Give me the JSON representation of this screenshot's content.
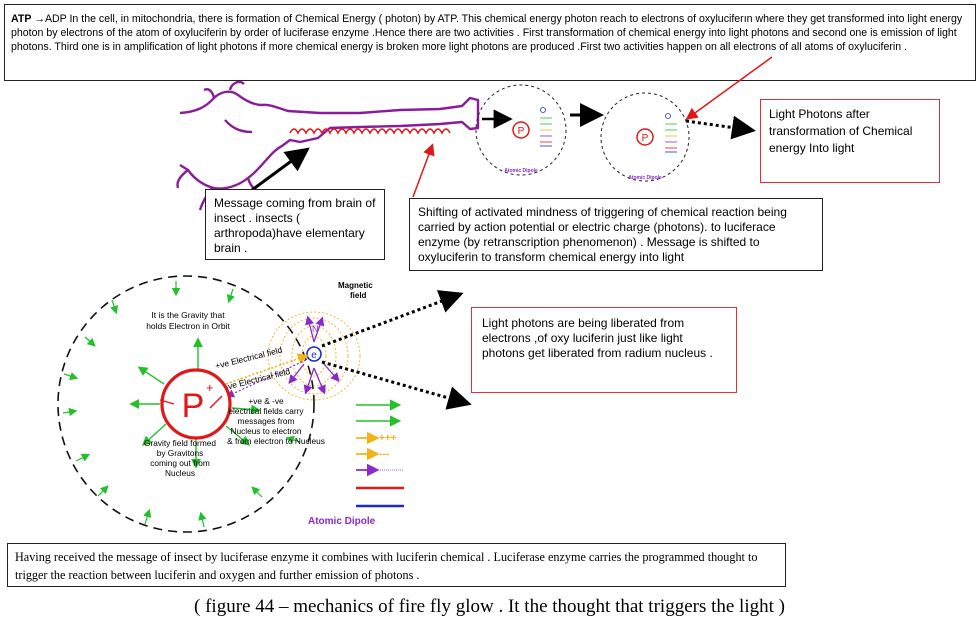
{
  "intro": {
    "atp": "ATP",
    "arrow": "→",
    "text": "ADP     In the  cell,  in mitochondria,  there is  formation of  Chemical  Energy (    photon) by ATP. This    chemical energy photon reach to electrons of  oxyluciferın  where they get transformed   into  light energy photon by electrons of the atom of oxyluciferin by order of luciferase enzyme  .Hence there are two  activities . First   transformation of chemical energy into light photons  and  second one is emission  of  light  photons. Third one is in amplification of light photons  if more      chemical energy is broken  more light photons are produced .First two  activities happen on  all electrons of all atoms of  oxyluciferin ."
  },
  "callouts": {
    "brain": "Message coming from brain of insect . insects ( arthropoda)have elementary brain .",
    "shifting": "Shifting of  activated mindness of triggering of chemical reaction  being carried by action potential  or  electric charge  (photons). to luciferace enzyme (by  retranscription phenomenon) . Message is shifted to oxyluciferin  to  transform  chemical energy into light",
    "light_photons": "Light Photons after  transformation of Chemical energy Into light",
    "liberated": "Light photons are being liberated from electrons ,of  oxy luciferin  just like light photons get liberated from radium nucleus ."
  },
  "atom_large": {
    "gravity_text": [
      "It is the Gravity that",
      "holds Electron in Orbit"
    ],
    "magnetic_field": [
      "Magnetic",
      "field"
    ],
    "pos_field": "+ve Electrical field",
    "neg_field": "-ve Electrical field",
    "fields_text": [
      "+ve & -ve",
      "electrical fields carry",
      "messages from",
      "Nucleus to electron",
      "& from electron to Nucleus"
    ],
    "gravity_field_text": [
      "Gravity field formed",
      "by Gravitons",
      "coming out from",
      "Nucleus"
    ],
    "nucleus": "P",
    "nucleus_charge": "+",
    "electron": "e",
    "north": "N",
    "south": "S",
    "title": "Atomic Dipole",
    "legend_plus": "+++",
    "legend_minus": "---"
  },
  "atom_small": {
    "title": "Atomic Dipole",
    "nucleus": "P"
  },
  "bottom": {
    "text": "Having received the message of insect by luciferase enzyme it combines  with luciferin chemical . Luciferase enzyme carries the programmed thought to trigger the reaction between luciferin and oxygen and further emission of photons ."
  },
  "caption": "( figure 44 – mechanics of fire fly glow . It the thought that triggers the light )",
  "colors": {
    "nerve": "#8a1c9a",
    "dendrite": "#e01818",
    "red": "#e01818",
    "green": "#22c02a",
    "gold": "#f2b21a",
    "purple": "#8a2ac8",
    "blue": "#1a2ad0"
  }
}
